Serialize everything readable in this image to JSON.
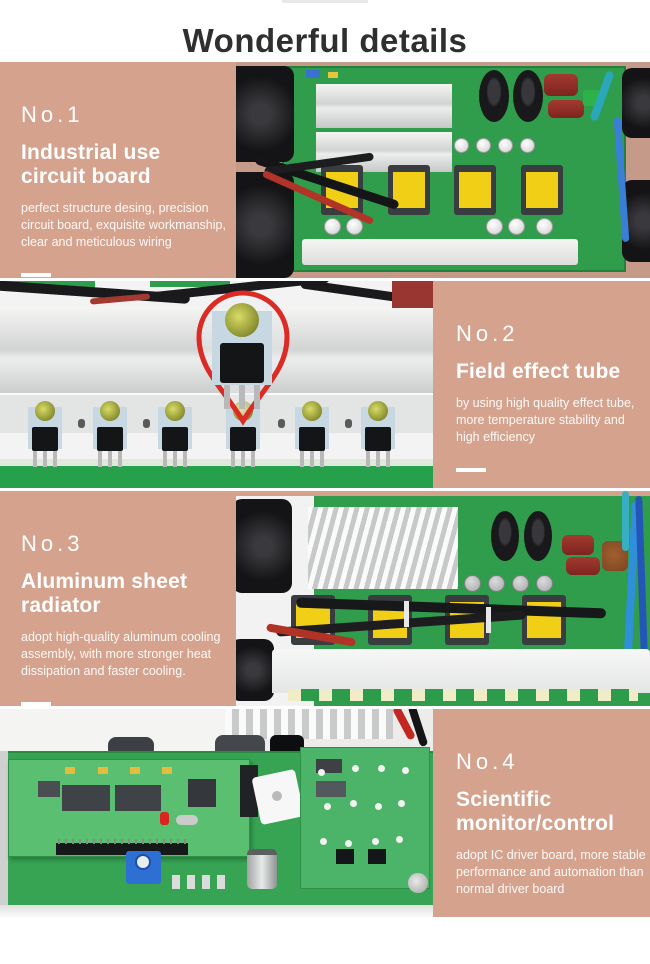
{
  "header": {
    "title": "Wonderful details"
  },
  "colors": {
    "panel_salmon": "#d5a28d",
    "panel_text": "#ffffff",
    "title_text": "#2f2f2f",
    "pcb_green": "#2f9d4b",
    "callout_red": "#dc2a24",
    "transformer_yellow": "#f2cf17",
    "heatsink_silver": "#d8dad9",
    "page_background": "#ffffff"
  },
  "sections": [
    {
      "number": "No.1",
      "heading_lines": [
        "Industrial use",
        "circuit board"
      ],
      "body_lines": [
        "perfect structure desing, precision",
        "circuit board, exquisite workmanship,",
        "clear and meticulous wiring"
      ],
      "photo": "industrial-use-circuit-board-photo"
    },
    {
      "number": "No.2",
      "heading_lines": [
        "Field effect tube"
      ],
      "body_lines": [
        "by using high quality effect tube,",
        "more temperature stability and",
        "high efficiency"
      ],
      "photo": "field-effect-tube-photo"
    },
    {
      "number": "No.3",
      "heading_lines": [
        "Aluminum sheet",
        "radiator"
      ],
      "body_lines": [
        "adopt high-quality aluminum cooling",
        "assembly, with more stronger heat",
        "dissipation and faster cooling."
      ],
      "photo": "aluminum-sheet-radiator-photo"
    },
    {
      "number": "No.4",
      "heading_lines": [
        "Scientific",
        "monitor/control"
      ],
      "body_lines": [
        "adopt IC driver board, more stable",
        "performance and automation than",
        "normal driver board"
      ],
      "photo": "scientific-monitor-control-photo"
    }
  ]
}
